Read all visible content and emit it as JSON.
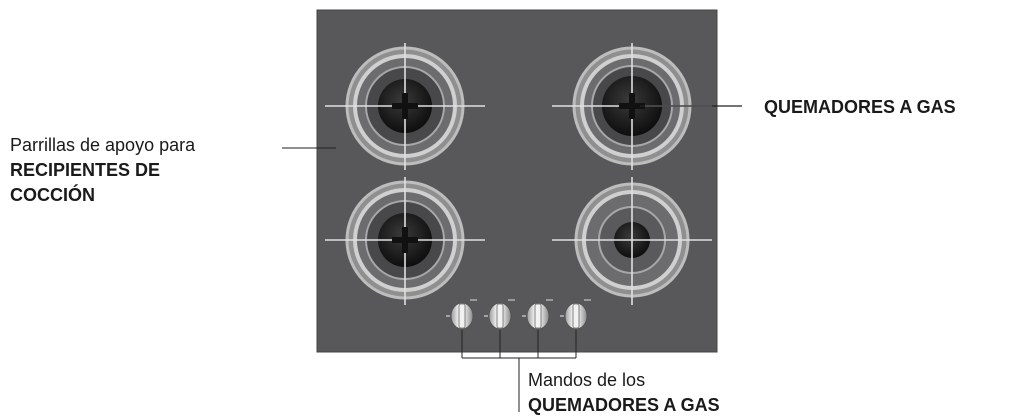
{
  "labels": {
    "grates_prefix": "Parrillas de apoyo para",
    "grates_bold_line1": "RECIPIENTES DE",
    "grates_bold_line2": "COCCIÓN",
    "burners": "QUEMADORES A GAS",
    "knobs_prefix": "Mandos de los",
    "knobs_bold": "QUEMADORES A GAS"
  },
  "colors": {
    "hob_glass": "#58585a",
    "ring_light": "#c8c8c8",
    "ring_dark": "#3a3a3c",
    "cap_black": "#1b1b1b",
    "grate_line": "#d9d9d9",
    "knob_body": "#e6e6e6"
  },
  "components": {
    "burner_count": 4,
    "knob_count": 4
  }
}
